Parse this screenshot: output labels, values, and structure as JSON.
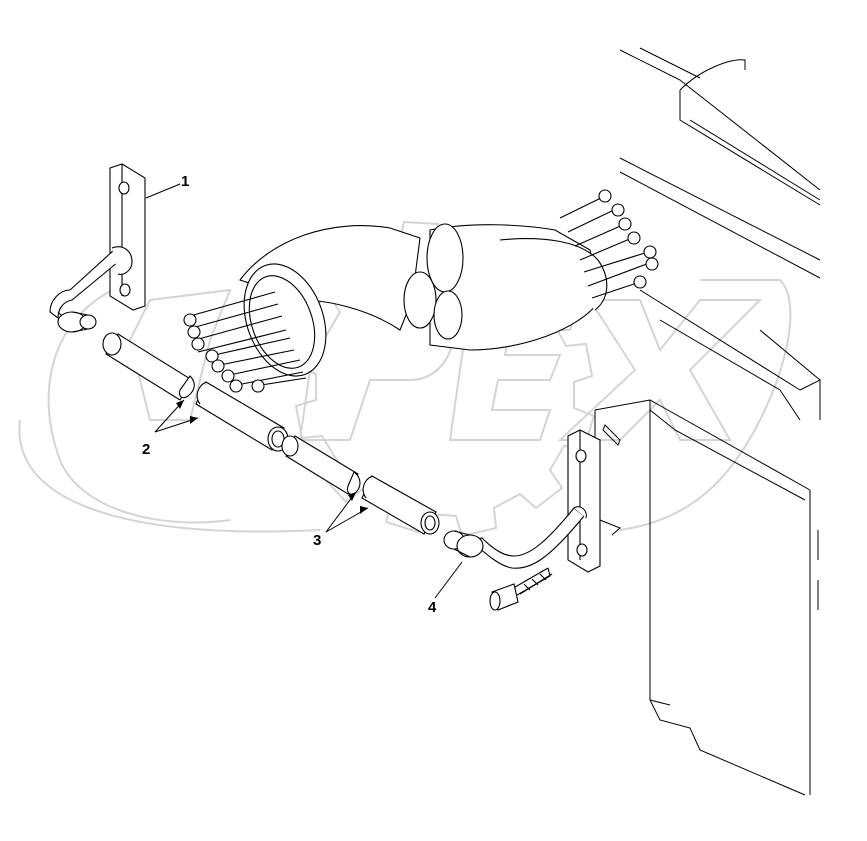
{
  "diagram": {
    "callouts": [
      {
        "id": "1",
        "label": "1"
      },
      {
        "id": "2",
        "label": "2"
      },
      {
        "id": "3",
        "label": "3"
      },
      {
        "id": "4",
        "label": "4"
      }
    ],
    "watermark": {
      "text": "OPEX"
    },
    "colors": {
      "line": "#000000",
      "watermark": "#d9d9d9",
      "background": "#ffffff"
    }
  }
}
